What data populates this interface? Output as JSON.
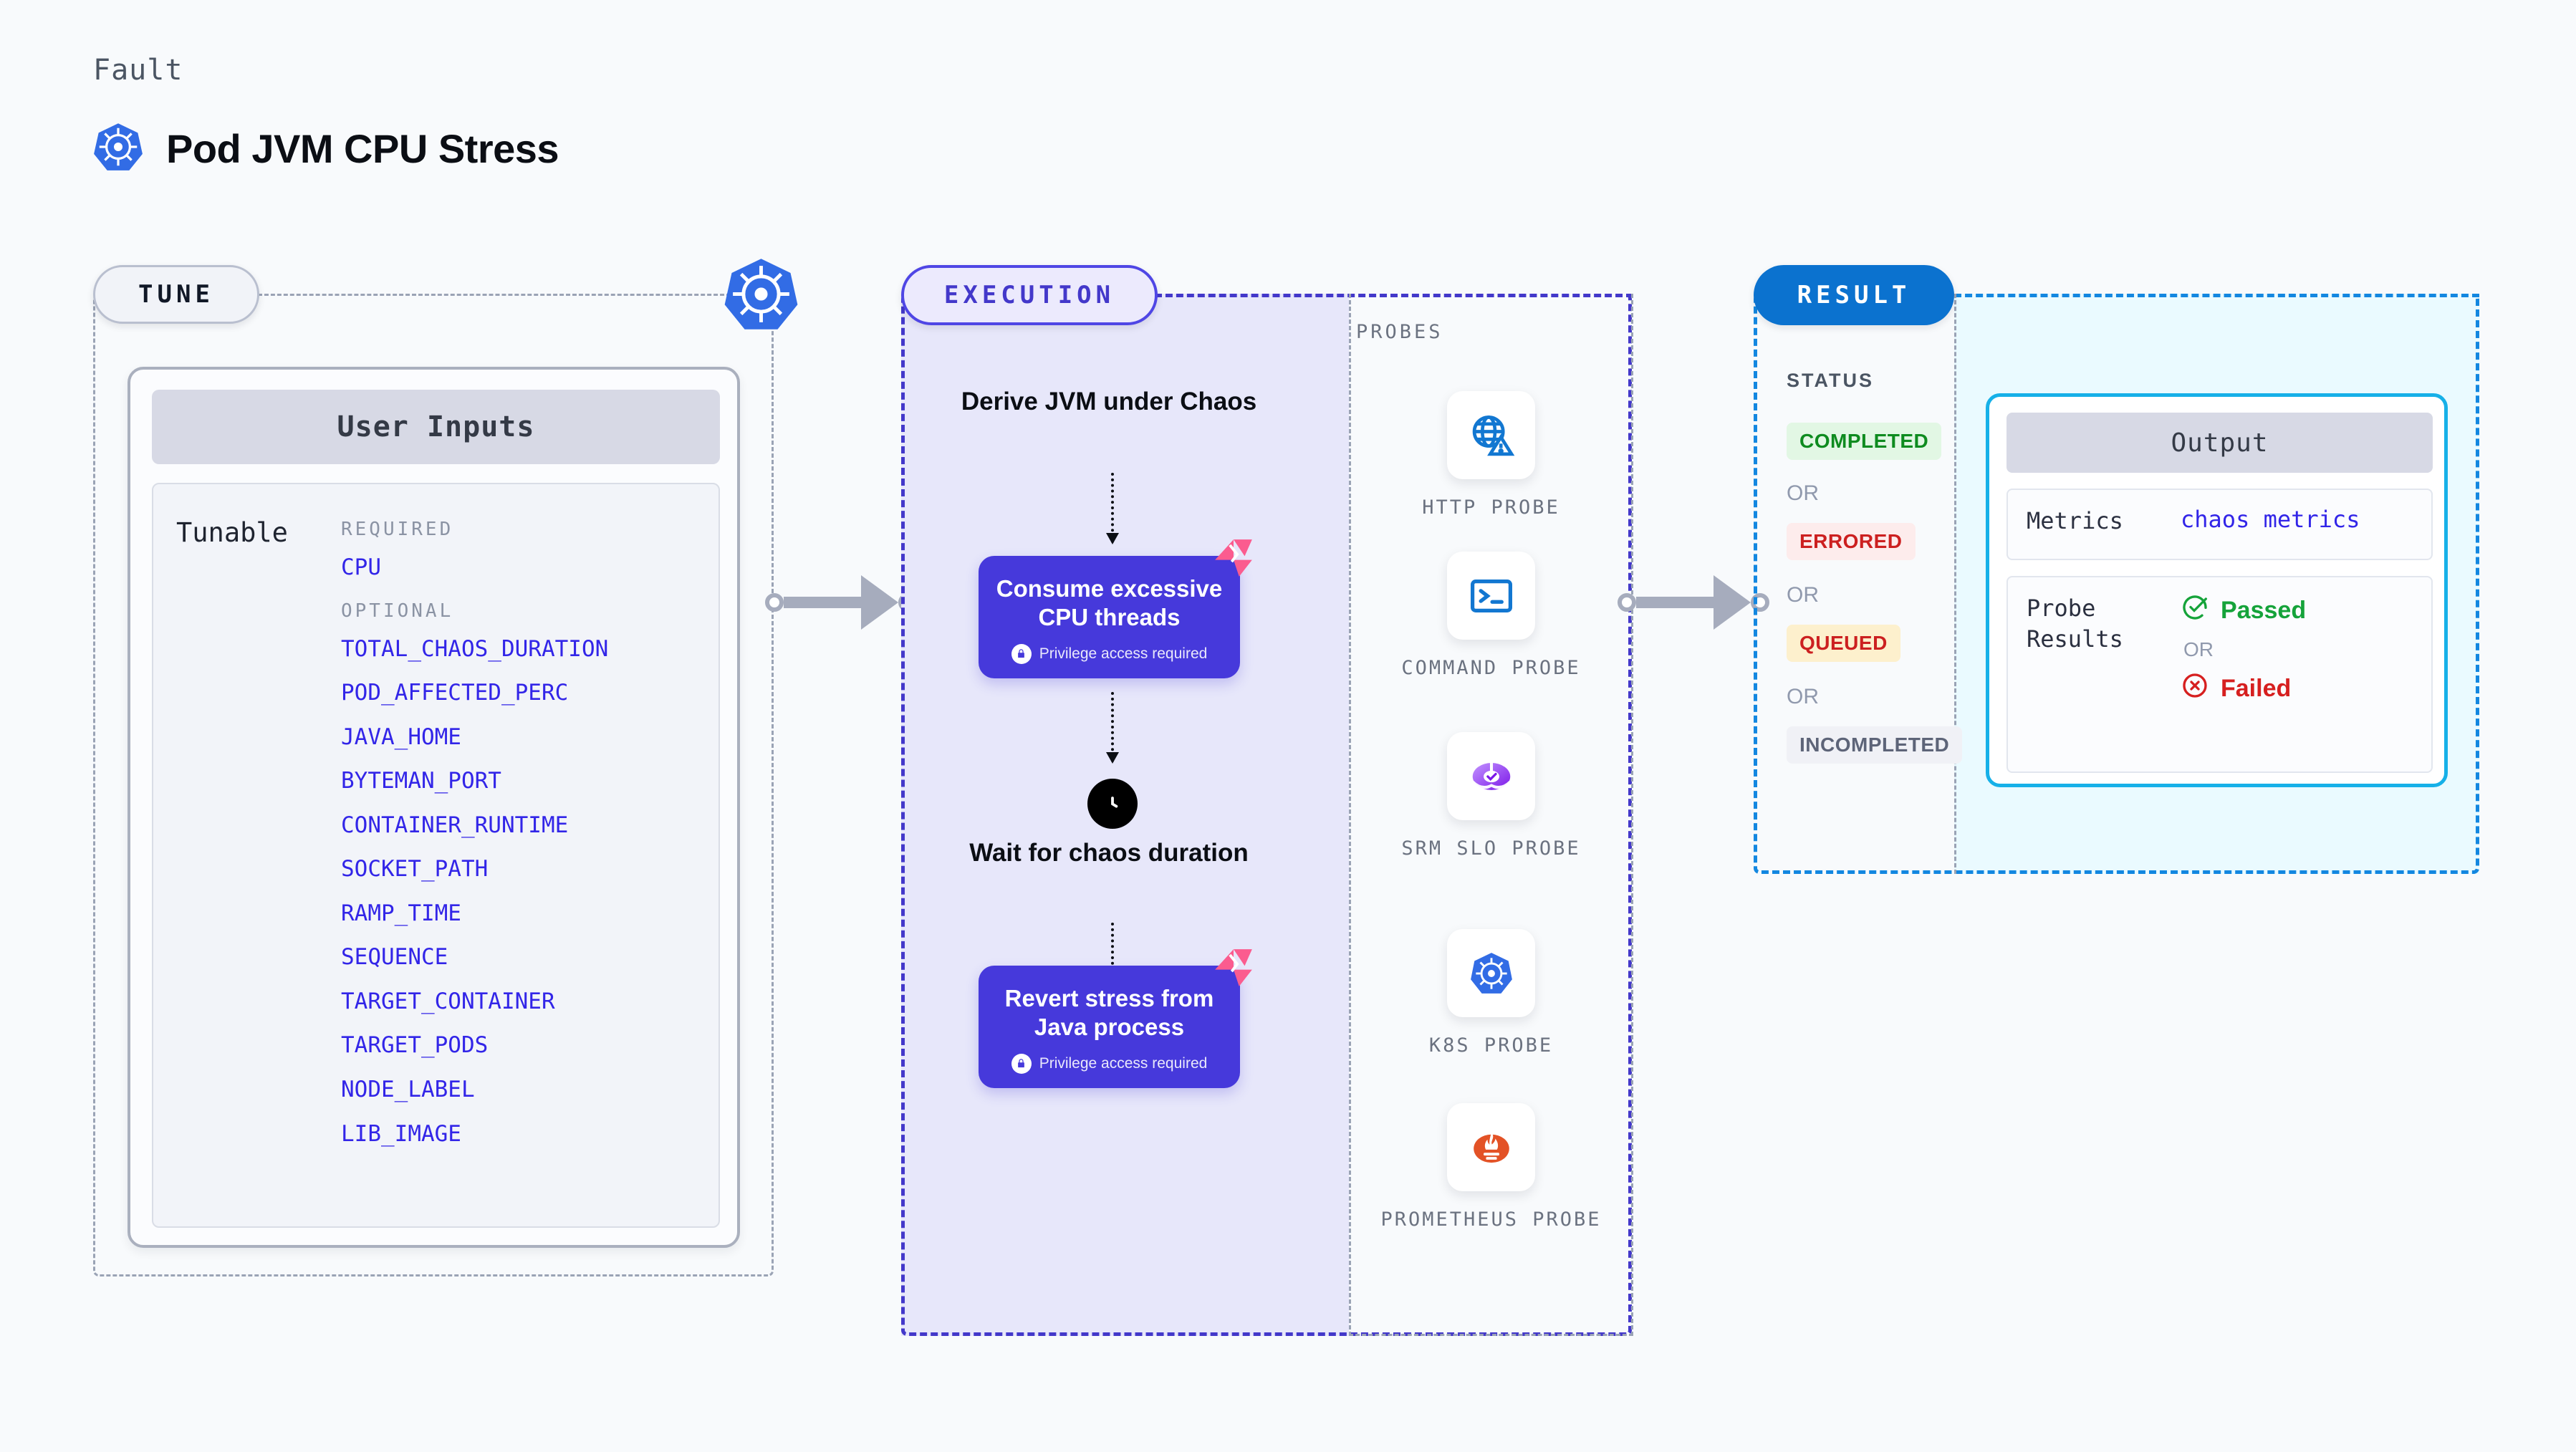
{
  "header": {
    "kicker": "Fault",
    "title": "Pod JVM CPU Stress",
    "icon": "kubernetes-icon"
  },
  "colors": {
    "accent_indigo": "#4639db",
    "accent_blue": "#0b72cf",
    "accent_cyan": "#16b0e8",
    "param_link": "#3225e8",
    "muted": "#9aa3b5"
  },
  "tune": {
    "label": "TUNE",
    "badge_icon": "kubernetes-icon",
    "card": {
      "title": "User Inputs",
      "row_label": "Tunable",
      "groups": [
        {
          "heading": "REQUIRED",
          "params": [
            "CPU"
          ]
        },
        {
          "heading": "OPTIONAL",
          "params": [
            "TOTAL_CHAOS_DURATION",
            "POD_AFFECTED_PERC",
            "JAVA_HOME",
            "BYTEMAN_PORT",
            "CONTAINER_RUNTIME",
            "SOCKET_PATH",
            "RAMP_TIME",
            "SEQUENCE",
            "TARGET_CONTAINER",
            "TARGET_PODS",
            "NODE_LABEL",
            "LIB_IMAGE"
          ]
        }
      ]
    }
  },
  "execution": {
    "label": "EXECUTION",
    "steps": [
      {
        "kind": "text",
        "title": "Derive JVM under Chaos"
      },
      {
        "kind": "action",
        "title": "Consume excessive CPU threads",
        "privilege": "Privilege access required",
        "badge": "litmus-icon"
      },
      {
        "kind": "wait",
        "title": "Wait for chaos duration",
        "icon": "clock-icon"
      },
      {
        "kind": "action",
        "title": "Revert stress from Java process",
        "privilege": "Privilege access required",
        "badge": "litmus-icon"
      }
    ]
  },
  "probes": {
    "label": "PROBES",
    "items": [
      {
        "name": "HTTP PROBE",
        "icon": "globe-warning-icon"
      },
      {
        "name": "COMMAND PROBE",
        "icon": "terminal-icon"
      },
      {
        "name": "SRM SLO PROBE",
        "icon": "srm-slo-icon"
      },
      {
        "name": "K8S PROBE",
        "icon": "kubernetes-icon"
      },
      {
        "name": "PROMETHEUS PROBE",
        "icon": "prometheus-icon"
      }
    ]
  },
  "result": {
    "label": "RESULT",
    "status_label": "STATUS",
    "or_text": "OR",
    "statuses": [
      {
        "text": "COMPLETED",
        "bg": "#e2f7e4",
        "fg": "#0e8b1f"
      },
      {
        "text": "ERRORED",
        "bg": "#fdecec",
        "fg": "#cc2020"
      },
      {
        "text": "QUEUED",
        "bg": "#fdf0cd",
        "fg": "#cc2020"
      },
      {
        "text": "INCOMPLETED",
        "bg": "#f0f1f6",
        "fg": "#5d6478"
      }
    ],
    "output": {
      "title": "Output",
      "metrics_key": "Metrics",
      "metrics_value": "chaos metrics",
      "probe_key": "Probe Results",
      "passed": "Passed",
      "or_text": "OR",
      "failed": "Failed",
      "passed_icon": "check-circle-icon",
      "failed_icon": "x-circle-icon"
    }
  }
}
